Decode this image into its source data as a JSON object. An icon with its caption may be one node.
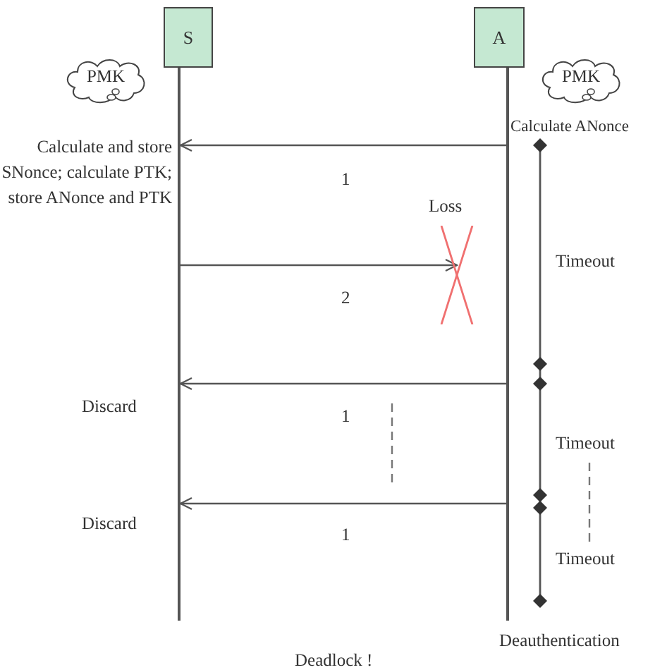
{
  "diagram": {
    "nodes": [
      {
        "text": [
          "S"
        ]
      },
      {
        "text": [
          "A"
        ]
      },
      {
        "text": [
          "PMK"
        ]
      },
      {
        "text": [
          "PMK"
        ]
      },
      {
        "text": [],
        "shape": "bar"
      },
      {
        "text": [],
        "shape": "bar"
      },
      {
        "text": [
          "Loss"
        ]
      }
    ],
    "edges": [
      {
        "from": 5,
        "to": 4,
        "arrow": "to",
        "label": "1"
      },
      {
        "from": 4,
        "to": 6,
        "arrow": "to",
        "label": "2"
      },
      {
        "from": 5,
        "to": 4,
        "arrow": "to",
        "label": "1"
      },
      {
        "from": 5,
        "to": 4,
        "arrow": "to",
        "label": "1"
      }
    ],
    "labels": [
      "Calculate ANonce",
      "Calculate and store SNonce; calculate PTK; store ANonce and PTK",
      "Timeout",
      "Discard",
      "Timeout",
      "Discard",
      "Timeout",
      "Deauthentication",
      "Deadlock !"
    ]
  }
}
